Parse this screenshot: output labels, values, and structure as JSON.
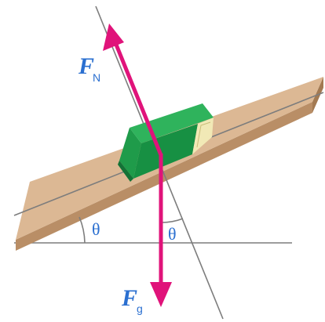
{
  "forces": {
    "normal": {
      "symbol": "F",
      "subscript": "N"
    },
    "gravity": {
      "symbol": "F",
      "subscript": "g"
    }
  },
  "angles": {
    "incline": "θ",
    "between_forces": "θ"
  },
  "colors": {
    "force_arrow": "#e0137a",
    "force_label": "#2a6fd0",
    "board_top": "#dcb894",
    "board_edge": "#b98e66",
    "book_green": "#1f9b4a",
    "book_dark": "#137236",
    "book_pages": "#f1e9b6",
    "line": "#7d7d7d"
  }
}
